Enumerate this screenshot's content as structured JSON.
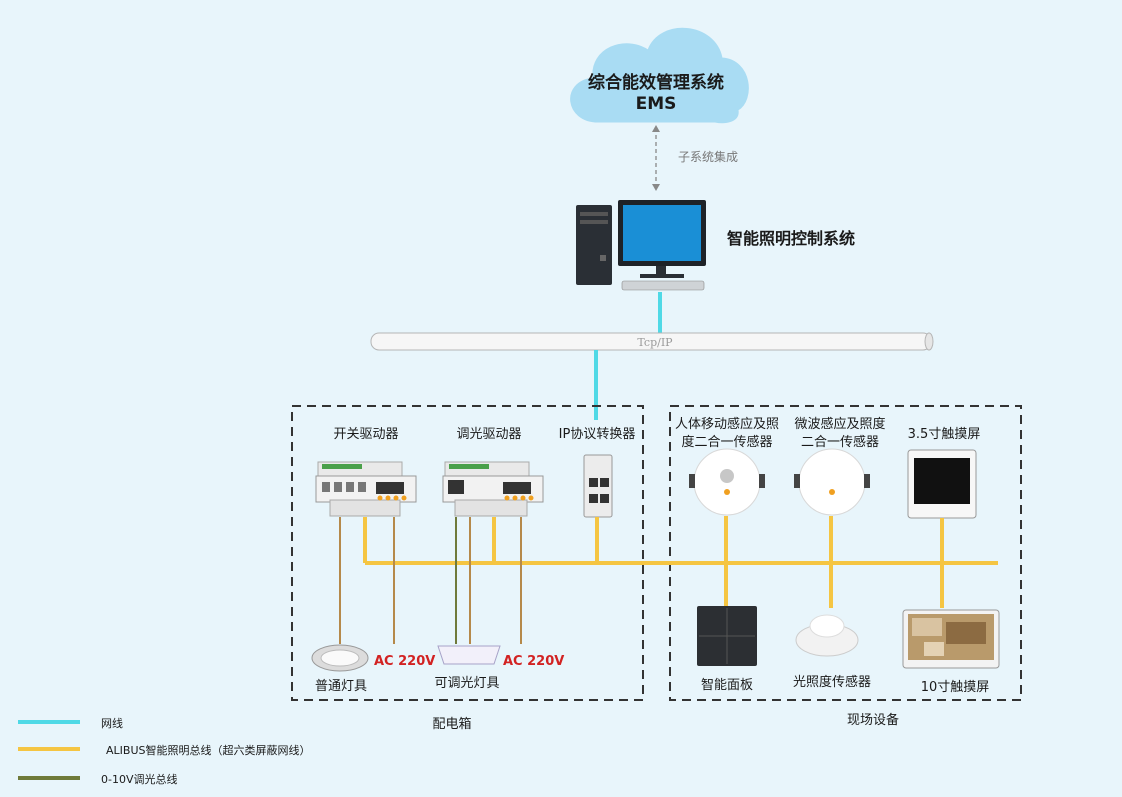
{
  "ems": {
    "line1": "综合能效管理系统",
    "line2": "EMS"
  },
  "integration_label": "子系统集成",
  "control_system": "智能照明控制系统",
  "network_bus": "Tcp/IP",
  "cabinet": {
    "caption": "配电箱",
    "switch_driver": "开关驱动器",
    "dimming_driver": "调光驱动器",
    "ip_converter": "IP协议转换器",
    "normal_lamp": "普通灯具",
    "dimmable_lamp": "可调光灯具",
    "ac_label_1": "AC 220V",
    "ac_label_2": "AC 220V"
  },
  "field": {
    "caption": "现场设备",
    "pir_sensor_line1": "人体移动感应及照",
    "pir_sensor_line2": "度二合一传感器",
    "microwave_line1": "微波感应及照度",
    "microwave_line2": "二合一传感器",
    "touch_small": "3.5寸触摸屏",
    "smart_panel": "智能面板",
    "light_sensor": "光照度传感器",
    "touch_large": "10寸触摸屏"
  },
  "legend": [
    {
      "label": "网线",
      "color": "#4fd9e6"
    },
    {
      "label": "ALIBUS智能照明总线（超六类屏蔽网线）",
      "color": "#f5c542"
    },
    {
      "label": "0-10V调光总线",
      "color": "#6f7a3a"
    }
  ],
  "colors": {
    "power_line": "#b5894a",
    "bus": "#f5c542",
    "network": "#4fd9e6",
    "dimming": "#6f7a3a"
  }
}
